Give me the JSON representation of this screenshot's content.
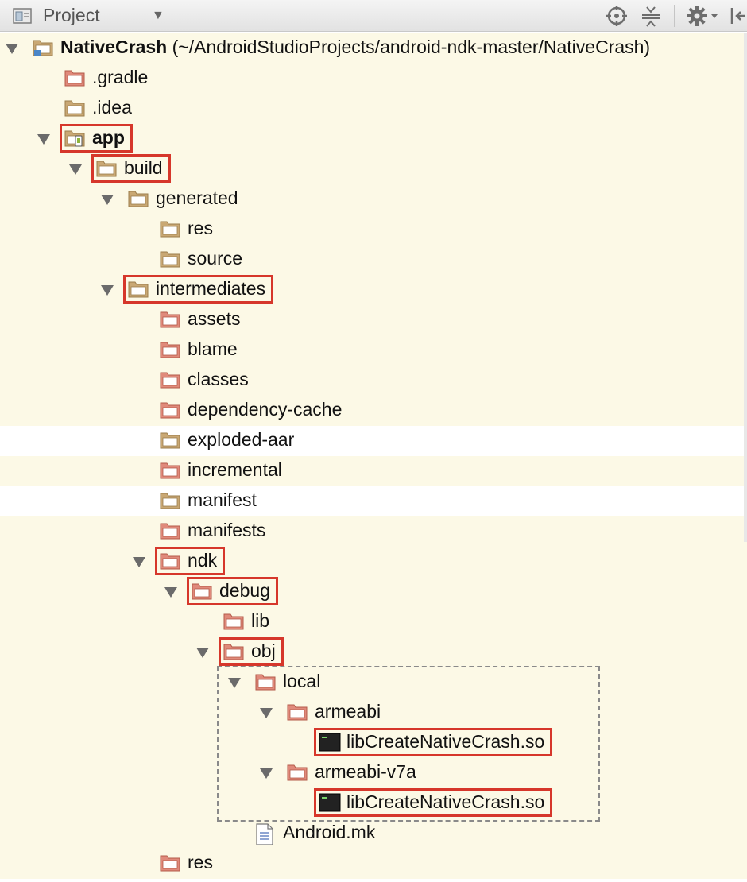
{
  "toolbar": {
    "title": "Project",
    "icons": [
      "project-icon",
      "dropdown-arrow-icon",
      "locate-icon",
      "collapse-all-icon",
      "gear-icon",
      "hide-panel-icon"
    ]
  },
  "colors": {
    "excluded_folder": "#e08a7b",
    "normal_folder": "#c9a874",
    "highlight": "#d6372b",
    "row_tint": "#fcf9e6"
  },
  "tree": [
    {
      "label": "NativeCrash",
      "path": " (~/AndroidStudioProjects/android-ndk-master/NativeCrash)",
      "depth": 0,
      "state": "expanded",
      "icon": "module-folder-icon",
      "bold": true,
      "highlighted": false
    },
    {
      "label": ".gradle",
      "depth": 1,
      "state": "collapsed",
      "icon": "excluded-folder-icon",
      "highlighted": false
    },
    {
      "label": ".idea",
      "depth": 1,
      "state": "collapsed",
      "icon": "folder-icon",
      "highlighted": false
    },
    {
      "label": "app",
      "depth": 1,
      "state": "expanded",
      "icon": "android-module-icon",
      "bold": true,
      "highlighted": true
    },
    {
      "label": "build",
      "depth": 2,
      "state": "expanded",
      "icon": "folder-icon",
      "highlighted": true
    },
    {
      "label": "generated",
      "depth": 3,
      "state": "expanded",
      "icon": "folder-icon",
      "highlighted": false
    },
    {
      "label": "res",
      "depth": 4,
      "state": "collapsed",
      "icon": "folder-icon",
      "highlighted": false
    },
    {
      "label": "source",
      "depth": 4,
      "state": "collapsed",
      "icon": "folder-icon",
      "highlighted": false
    },
    {
      "label": "intermediates",
      "depth": 3,
      "state": "expanded",
      "icon": "folder-icon",
      "highlighted": true
    },
    {
      "label": "assets",
      "depth": 4,
      "state": "collapsed",
      "icon": "excluded-folder-icon",
      "highlighted": false
    },
    {
      "label": "blame",
      "depth": 4,
      "state": "collapsed",
      "icon": "excluded-folder-icon",
      "highlighted": false
    },
    {
      "label": "classes",
      "depth": 4,
      "state": "collapsed",
      "icon": "excluded-folder-icon",
      "highlighted": false
    },
    {
      "label": "dependency-cache",
      "depth": 4,
      "state": "collapsed",
      "icon": "excluded-folder-icon",
      "highlighted": false
    },
    {
      "label": "exploded-aar",
      "depth": 4,
      "state": "collapsed",
      "icon": "folder-icon",
      "highlighted": false
    },
    {
      "label": "incremental",
      "depth": 4,
      "state": "collapsed",
      "icon": "excluded-folder-icon",
      "highlighted": false
    },
    {
      "label": "manifest",
      "depth": 4,
      "state": "collapsed",
      "icon": "folder-icon",
      "highlighted": false
    },
    {
      "label": "manifests",
      "depth": 4,
      "state": "collapsed",
      "icon": "excluded-folder-icon",
      "highlighted": false
    },
    {
      "label": "ndk",
      "depth": 4,
      "state": "expanded",
      "icon": "excluded-folder-icon",
      "highlighted": true
    },
    {
      "label": "debug",
      "depth": 5,
      "state": "expanded",
      "icon": "excluded-folder-icon",
      "highlighted": true
    },
    {
      "label": "lib",
      "depth": 6,
      "state": "collapsed",
      "icon": "excluded-folder-icon",
      "highlighted": false
    },
    {
      "label": "obj",
      "depth": 6,
      "state": "expanded",
      "icon": "excluded-folder-icon",
      "highlighted": true
    },
    {
      "label": "local",
      "depth": 7,
      "state": "expanded",
      "icon": "excluded-folder-icon",
      "highlighted": false
    },
    {
      "label": "armeabi",
      "depth": 8,
      "state": "expanded",
      "icon": "excluded-folder-icon",
      "highlighted": false
    },
    {
      "label": "libCreateNativeCrash.so",
      "depth": 9,
      "state": "leaf",
      "icon": "binary-file-icon",
      "highlighted": true
    },
    {
      "label": "armeabi-v7a",
      "depth": 8,
      "state": "expanded",
      "icon": "excluded-folder-icon",
      "highlighted": false
    },
    {
      "label": "libCreateNativeCrash.so",
      "depth": 9,
      "state": "leaf",
      "icon": "binary-file-icon",
      "highlighted": true
    },
    {
      "label": "Android.mk",
      "depth": 7,
      "state": "leaf",
      "icon": "text-file-icon",
      "highlighted": false
    },
    {
      "label": "res",
      "depth": 4,
      "state": "collapsed",
      "icon": "excluded-folder-icon",
      "highlighted": false
    }
  ]
}
